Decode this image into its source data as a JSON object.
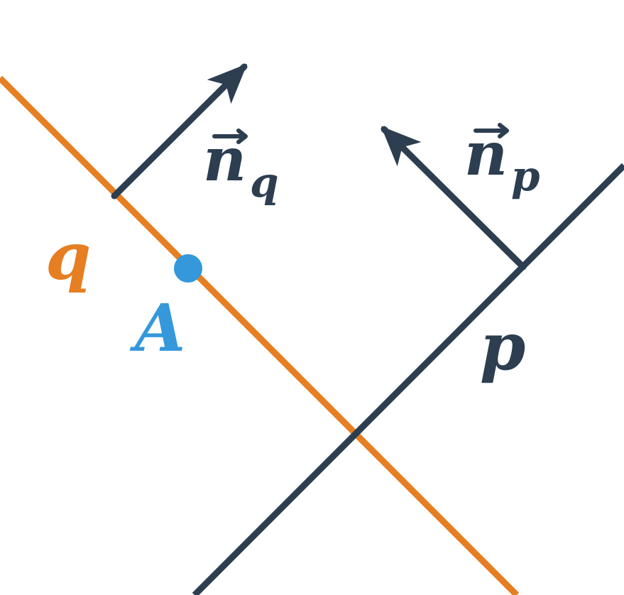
{
  "colors": {
    "line_q": "#e67e22",
    "line_p": "#2c3e50",
    "normal_vectors": "#2c3e50",
    "point_A": "#3498db",
    "background": "#ffffff"
  },
  "labels": {
    "line_q": "q",
    "line_p": "p",
    "point": "A",
    "normal_q_letter": "n",
    "normal_q_sub": "q",
    "normal_p_letter": "n",
    "normal_p_sub": "p"
  }
}
